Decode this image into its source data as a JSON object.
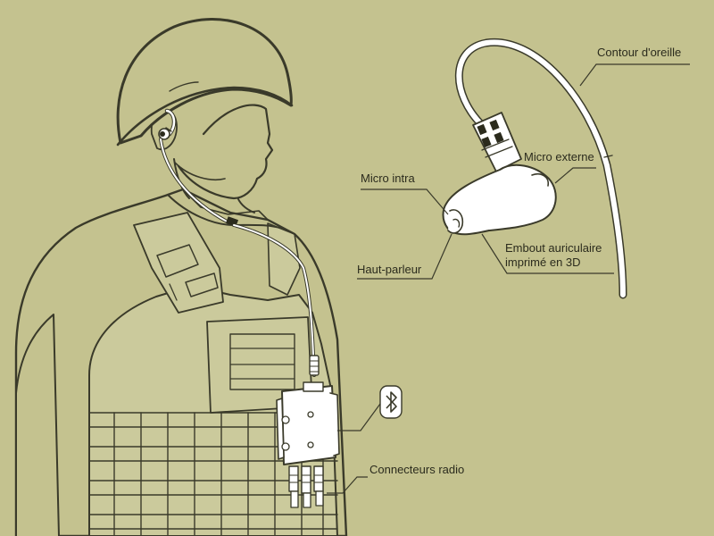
{
  "labels": {
    "ear_contour": "Contour d'oreille",
    "external_mic": "Micro externe",
    "internal_mic": "Micro intra",
    "speaker": "Haut-parleur",
    "ear_tip_line1": "Embout auriculaire",
    "ear_tip_line2": "imprimé en 3D",
    "radio_connectors": "Connecteurs radio"
  },
  "icons": {
    "bluetooth": "bluetooth-icon"
  },
  "colors": {
    "background": "#c4c28f",
    "outline": "#3a3a2a",
    "fill_light": "#ffffff",
    "vest_fill": "#d0cfa4"
  }
}
